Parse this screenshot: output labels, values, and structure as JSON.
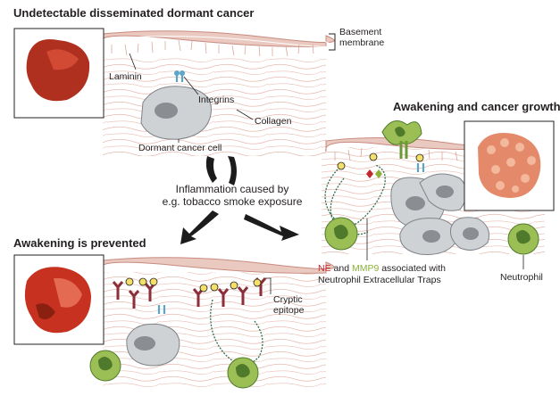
{
  "headings": {
    "dormant": "Undetectable disseminated dormant cancer",
    "awakening_growth": "Awakening and cancer growth",
    "prevented": "Awakening is prevented"
  },
  "center_text": {
    "line1": "Inflammation caused by",
    "line2": "e.g. tobacco smoke exposure"
  },
  "labels": {
    "laminin": "Laminin",
    "basement_membrane_1": "Basement",
    "basement_membrane_2": "membrane",
    "integrins": "Integrins",
    "collagen": "Collagen",
    "dormant_cancer_cell": "Dormant cancer cell",
    "neutrophil": "Neutrophil",
    "cryptic_1": "Cryptic",
    "cryptic_2": "epitope"
  },
  "net_caption": {
    "ne": "NE",
    "and": " and ",
    "mmp9": "MMP9",
    "rest": " associated with",
    "line2": "Neutrophil Extracellular Traps"
  },
  "colors": {
    "membrane": "#e9c9c0",
    "membrane_stroke": "#c98b80",
    "cell": "#cfd2d5",
    "nucleus": "#8a8d91",
    "neutrophil": "#9bbf55",
    "neutrophil_dark": "#4f7a2b",
    "integrin": "#5aa6c8",
    "ne_red": "#c1272d",
    "mmp9_green": "#8bb13a",
    "antibody": "#8b2f3a",
    "tissue_red": "#b0301f",
    "tumor_pink": "#e48a6a"
  }
}
